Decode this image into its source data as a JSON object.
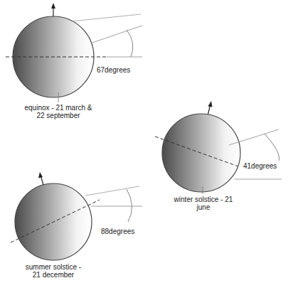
{
  "diagram": {
    "labels": [
      "67degrees",
      "equinox - 21 march & 22 september",
      "41degrees",
      "winter solstice - 21 june",
      "88degrees",
      "summer solstice - 21 december"
    ]
  }
}
